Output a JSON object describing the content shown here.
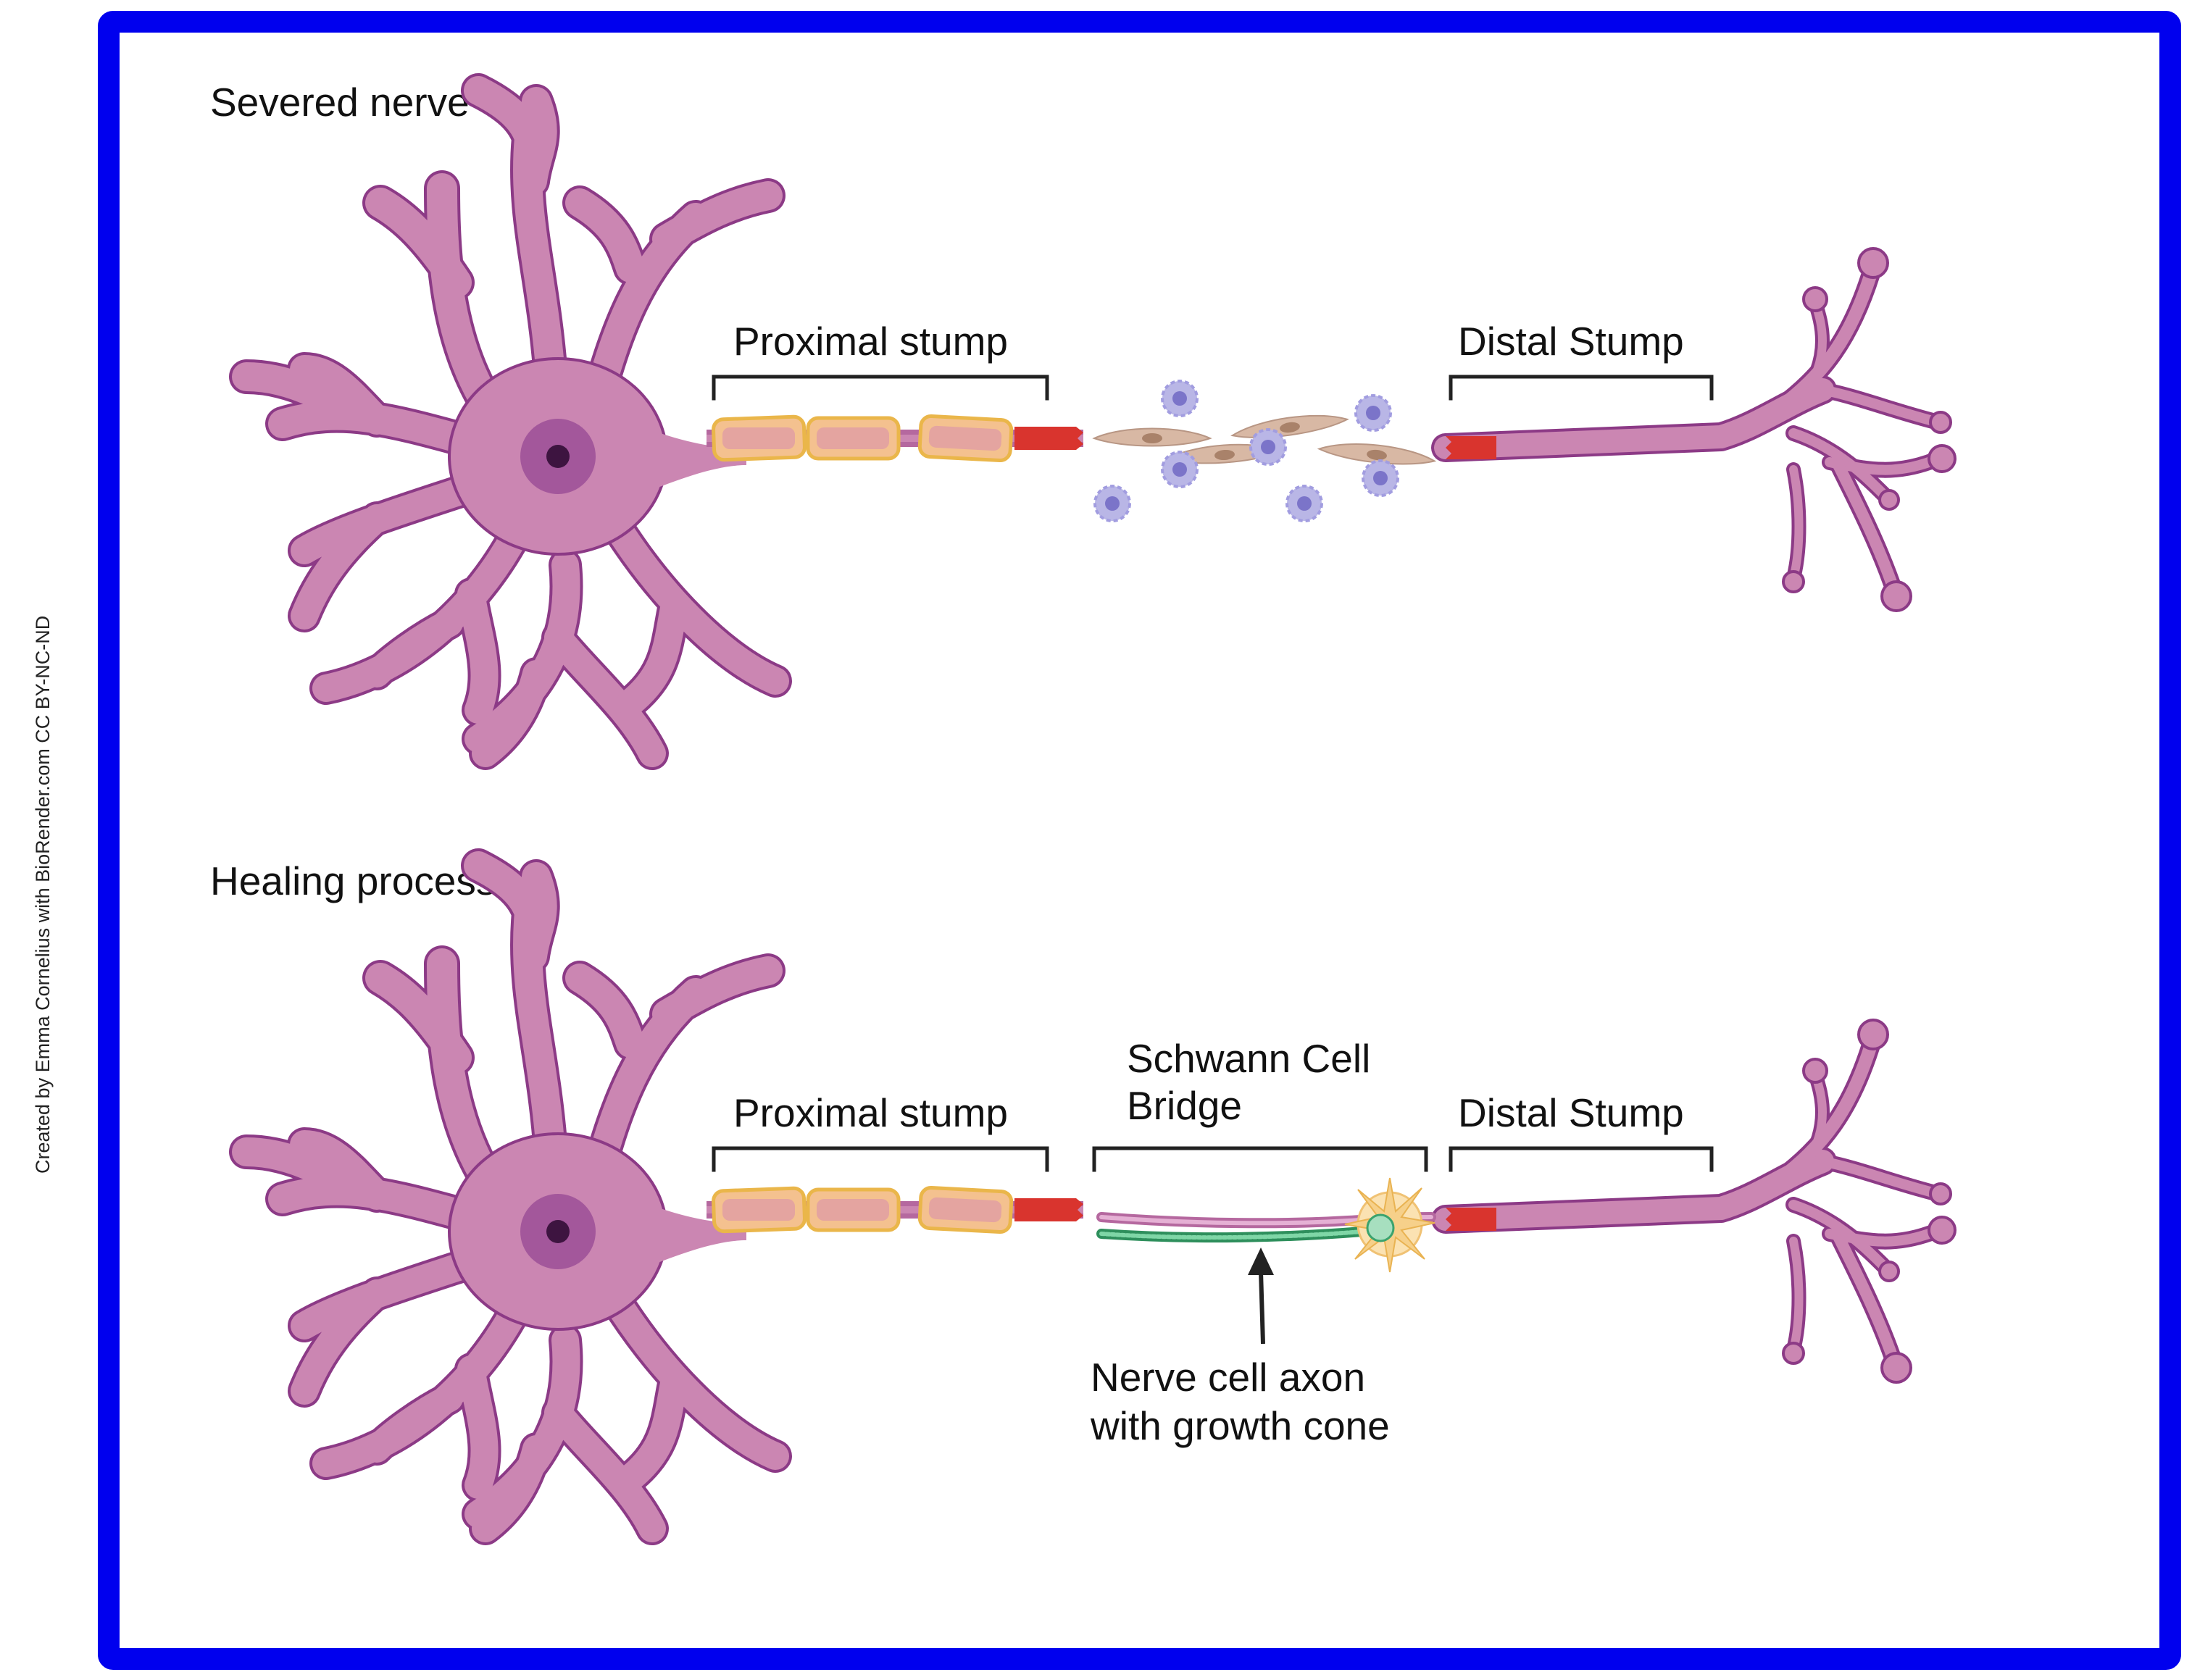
{
  "credit": "Created by Emma Cornelius with BioRender.com CC BY-NC-ND",
  "colors": {
    "frame": "#0000ee",
    "neuron_fill": "#cb86b2",
    "neuron_outline": "#8c3a86",
    "nucleus": "#a3579b",
    "nucleolus": "#3d1440",
    "myelin": "#f1c54a",
    "stump_cut": "#d9342e",
    "macrophage": "#a8a4dc",
    "fibroblast": "#d2b29c",
    "schwann_bridge": "#d88fc0",
    "regenerating_axon": "#42b37a",
    "growth_cone": "#f6d08a"
  },
  "panels": [
    {
      "title": "Severed nerve",
      "proximal_label": "Proximal stump",
      "distal_label": "Distal Stump"
    },
    {
      "title": "Healing process",
      "proximal_label": "Proximal stump",
      "bridge_label_lines": [
        "Schwann Cell",
        "Bridge"
      ],
      "distal_label": "Distal Stump",
      "axon_label_lines": [
        "Nerve cell axon",
        "with growth cone"
      ]
    }
  ]
}
